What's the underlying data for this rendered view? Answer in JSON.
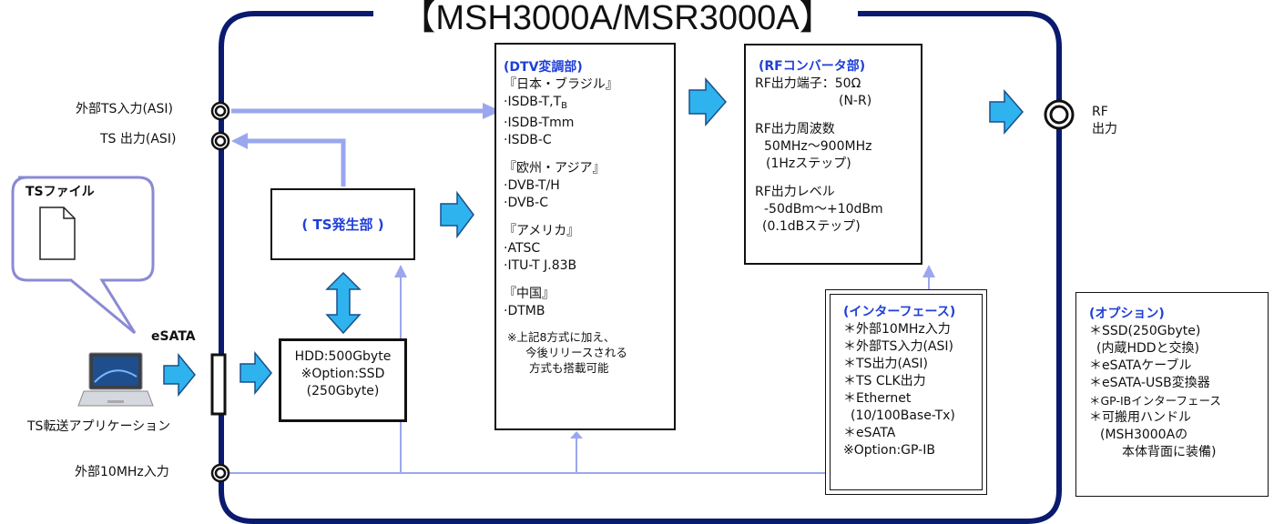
{
  "title": "【MSH3000A/MSR3000A】",
  "left_labels": {
    "ext_ts_input": "外部TS入力(ASI)",
    "ts_output": "TS 出力(ASI)",
    "ext_10mhz_input": "外部10MHz入力",
    "esata": "eSATA",
    "ts_file": "TSファイル",
    "ts_app": "TS転送アプリケーション"
  },
  "rf_output": [
    "RF",
    "出力"
  ],
  "ts_gen": {
    "label": "( TS発生部 )"
  },
  "hdd": {
    "lines": [
      "HDD:500Gbyte",
      "※Option:SSD",
      "(250Gbyte)"
    ]
  },
  "dtv": {
    "heading": "(DTV変調部)",
    "groups": [
      {
        "name": "『日本・ブラジル』",
        "items": [
          "·ISDB-T,T",
          "·ISDB-Tmm",
          "·ISDB-C"
        ],
        "first_item_sub": "B"
      },
      {
        "name": "『欧州・アジア』",
        "items": [
          "·DVB-T/H",
          "·DVB-C"
        ]
      },
      {
        "name": "『アメリカ』",
        "items": [
          "·ATSC",
          "·ITU-T J.83B"
        ]
      },
      {
        "name": "『中国』",
        "items": [
          "·DTMB"
        ]
      }
    ],
    "note": [
      "※上記8方式に加え、",
      "今後リリースされる",
      "方式も搭載可能"
    ]
  },
  "rf_converter": {
    "heading": "(RFコンバータ部)",
    "lines": [
      "RF出力端子：50Ω",
      "(N-R)",
      "",
      "RF出力周波数",
      "50MHz～900MHz",
      "(1Hzステップ)",
      "",
      "RF出力レベル",
      "-50dBm～+10dBm",
      "(0.1dBステップ)"
    ]
  },
  "interface": {
    "heading": "(インターフェース)",
    "items": [
      "＊外部10MHz入力",
      "＊外部TS入力(ASI)",
      "＊TS出力(ASI)",
      "＊TS CLK出力",
      "＊Ethernet",
      "(10/100Base-Tx)",
      "＊eSATA",
      "※Option:GP-IB"
    ]
  },
  "options": {
    "heading": "(オプション)",
    "items": [
      "＊SSD(250Gbyte)",
      "(内蔵HDDと交換)",
      "＊eSATAケーブル",
      "＊eSATA-USB変換器",
      "＊GP-IBインターフェース",
      "＊可搬用ハンドル",
      "(MSH3000Aの",
      "本体背面に装備)"
    ]
  },
  "colors": {
    "frame": "#0a1a6e",
    "signal_line": "#9aa7ee",
    "arrow_fill": "#2fb3ef",
    "arrow_stroke": "#1a4f8a",
    "heading_text": "#1f3fd8",
    "callout_border": "#8a8ad4"
  }
}
